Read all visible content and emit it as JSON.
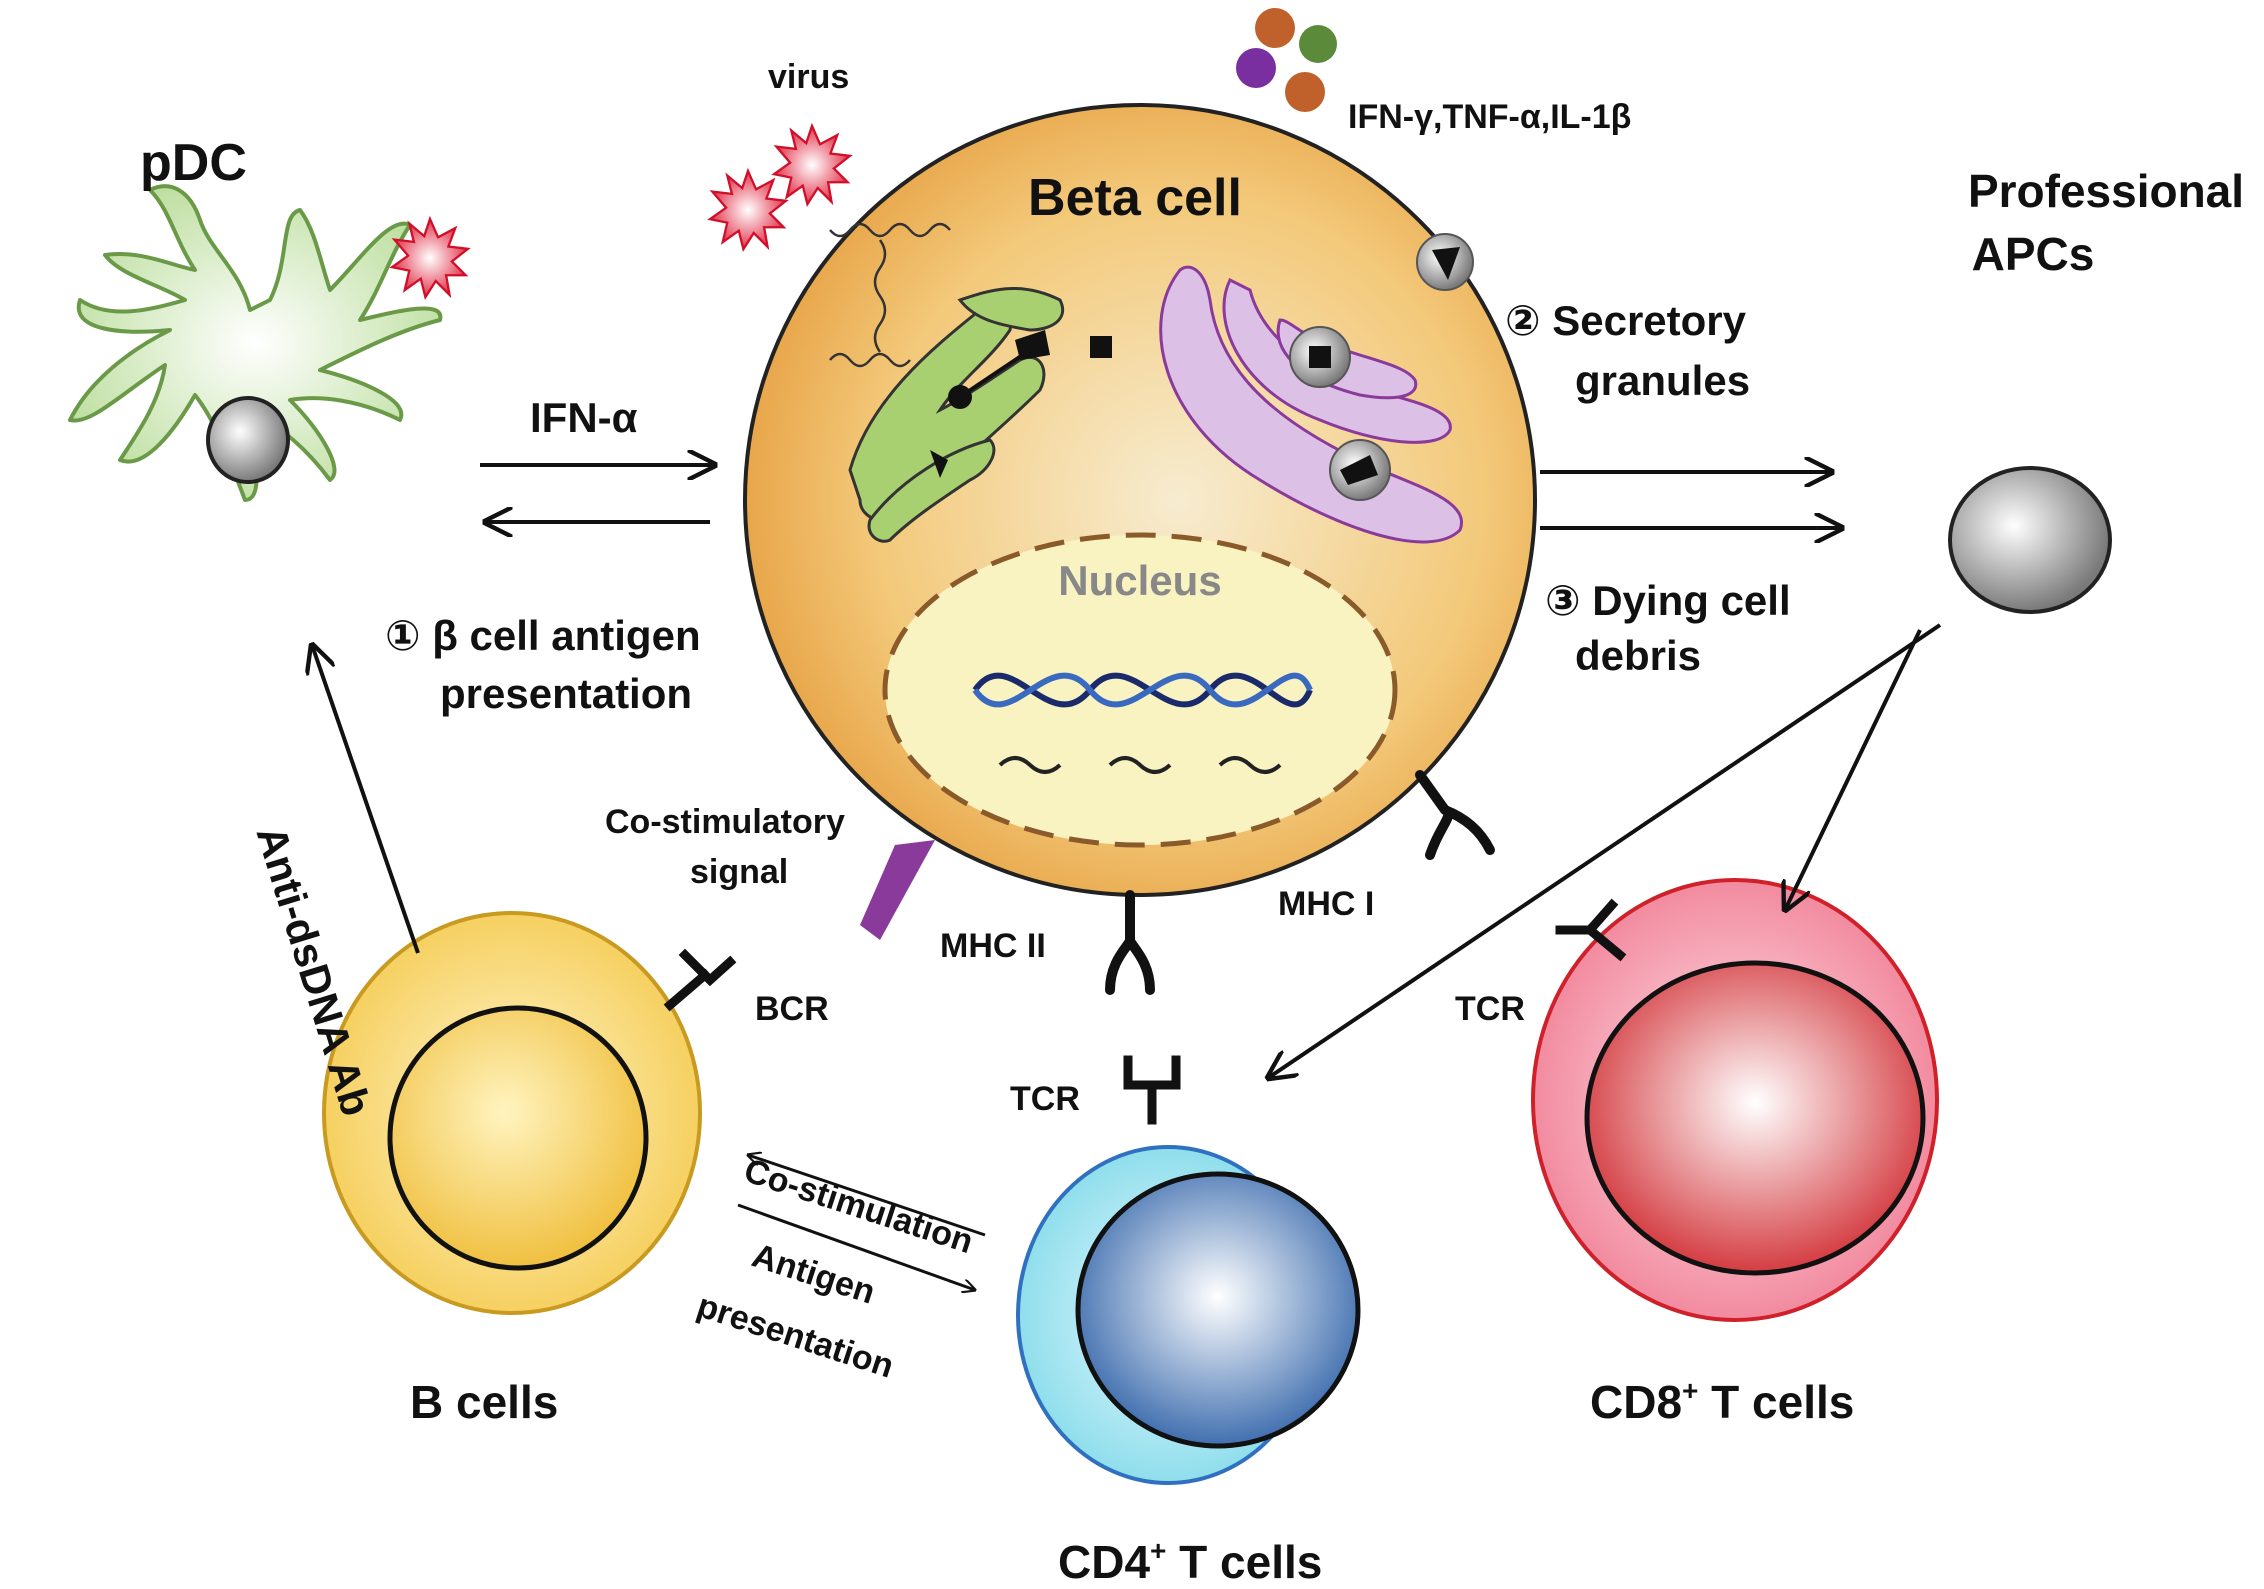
{
  "labels": {
    "pdc": "pDC",
    "virus": "virus",
    "cytokines": "IFN-γ,TNF-α,IL-1β",
    "beta_cell": "Beta cell",
    "professional_line1": "Professional",
    "professional_line2": "APCs",
    "ifn_alpha": "IFN-α",
    "secretory_line1": "② Secretory",
    "secretory_line2": "granules",
    "dying_line1": "③ Dying cell",
    "dying_line2": "debris",
    "antigen_line1": "① β cell antigen",
    "antigen_line2": "presentation",
    "nucleus": "Nucleus",
    "costim_signal_line1": "Co-stimulatory",
    "costim_signal_line2": "signal",
    "mhc2": "MHC II",
    "mhc1": "MHC I",
    "anti_dsdna": "Anti-dsDNA Ab",
    "bcr": "BCR",
    "tcr_cd4": "TCR",
    "tcr_cd8": "TCR",
    "costimulation": "Co-stimulation",
    "antigen_pres_line1": "Antigen",
    "antigen_pres_line2": "presentation",
    "b_cells": "B cells",
    "cd4_prefix": "CD4",
    "cd4_suffix": " T cells",
    "cd8_prefix": "CD8",
    "cd8_suffix": " T cells",
    "superscript_plus": "+"
  },
  "colors": {
    "pdc": "#cfe8b8",
    "beta_cell": "#f0b85a",
    "mitochondria": "#a8d070",
    "golgi": "#dcc0e6",
    "nucleus": "#f8f3c0",
    "b_cell": "#f4d060",
    "cd4_cell": "#86e0ec",
    "cd4_nucleus": "#3a6fb0",
    "cd8_cell": "#f27a90",
    "cd8_nucleus": "#d63a40",
    "apc": "#999999",
    "virus": "#e0203a",
    "cytokine_brown": "#c0602a",
    "cytokine_green": "#5a8a3a",
    "cytokine_purple": "#7a2fa0"
  }
}
